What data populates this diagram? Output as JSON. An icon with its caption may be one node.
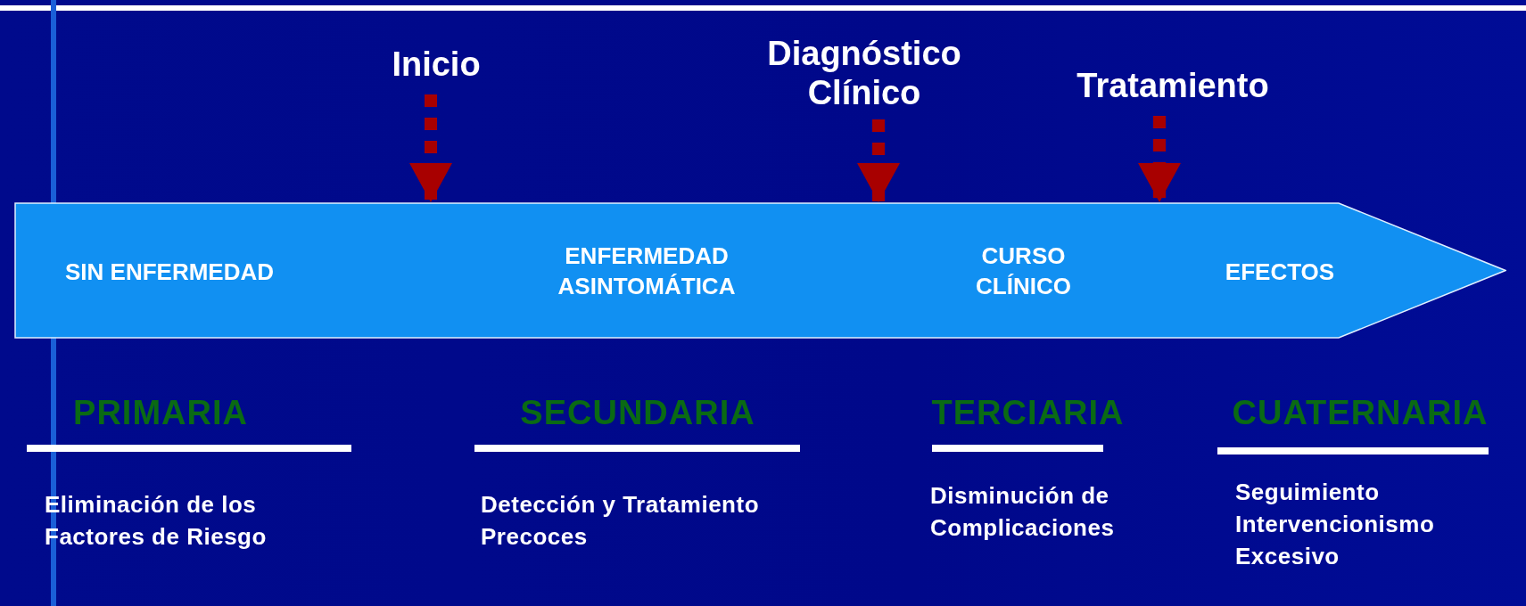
{
  "diagram": {
    "nodes": [
      {
        "text": [
          "SIN ENFERMEDAD",
          "ENFERMEDAD ASINTOMÁTICA",
          "CURSO CLÍNICO",
          "EFECTOS"
        ]
      },
      {
        "text": [
          "Inicio"
        ]
      },
      {
        "text": [
          "Diagnóstico Clínico"
        ]
      },
      {
        "text": [
          "Tratamiento"
        ]
      }
    ],
    "edges": [
      {
        "from": 1,
        "to": 0,
        "arrow": "to",
        "style": "dashed"
      },
      {
        "from": 2,
        "to": 0,
        "arrow": "to",
        "style": "dashed"
      },
      {
        "from": 3,
        "to": 0,
        "arrow": "to",
        "style": "dashed"
      }
    ],
    "labels": [
      "PRIMARIA",
      "SECUNDARIA",
      "TERCIARIA",
      "CUATERNARIA",
      "Eliminación de los Factores de Riesgo",
      "Detección y Tratamiento Precoces",
      "Disminución de Complicaciones",
      "Seguimiento Intervencionismo Excesivo"
    ]
  }
}
